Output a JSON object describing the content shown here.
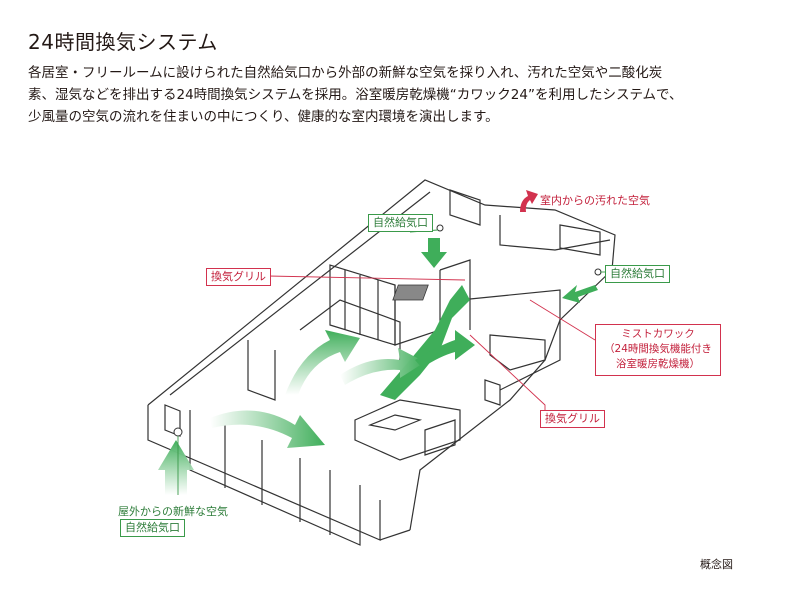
{
  "title": "24時間換気システム",
  "description_lines": [
    "各居室・フリールームに設けられた自然給気口から外部の新鮮な空気を採り入れ、汚れた空気や二酸化炭",
    "素、湿気などを排出する24時間換気システムを採用。浴室暖房乾燥機“カワック24”を利用したシステムで、",
    "少風量の空気の流れを住まいの中につくり、健康的な室内環境を演出します。"
  ],
  "labels": {
    "exhaust_out": "室内からの汚れた空気",
    "intake_top": "自然給気口",
    "intake_right": "自然給気口",
    "grille_left": "換気グリル",
    "grille_bottom": "換気グリル",
    "mist_line1": "ミストカワック",
    "mist_line2": "（24時間換気機能付き",
    "mist_line3": "浴室暖房乾燥機）",
    "outdoor_air": "屋外からの新鮮な空気",
    "intake_bottom": "自然給気口"
  },
  "caption": "概念図",
  "colors": {
    "green_arrow": "#3fae5a",
    "red_accent": "#d2324e",
    "line": "#333333"
  }
}
